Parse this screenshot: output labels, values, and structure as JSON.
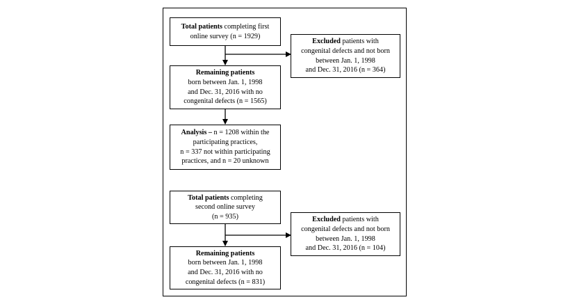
{
  "flow1": {
    "total": {
      "bold": "Total patients",
      "line1": " completing first",
      "line2": "online survey (n = 1929)"
    },
    "excluded": {
      "bold": "Excluded",
      "line1": " patients with",
      "line2": "congenital defects and not born",
      "line3": "between Jan. 1, 1998",
      "line4": "and Dec. 31, 2016 (n = 364)"
    },
    "remaining": {
      "bold": "Remaining patients",
      "line1": "born between Jan. 1, 1998",
      "line2": "and Dec. 31, 2016 with no",
      "line3": "congenital defects (n = 1565)"
    },
    "analysis": {
      "bold": "Analysis –",
      "line1": " n = 1208 within the",
      "line2": "participating practices,",
      "line3": "n = 337 not within participating",
      "line4": "practices, and n = 20 unknown"
    }
  },
  "flow2": {
    "total": {
      "bold": "Total patients",
      "line1": " completing",
      "line2": "second online survey",
      "line3": "(n = 935)"
    },
    "excluded": {
      "bold": "Excluded",
      "line1": " patients with",
      "line2": "congenital defects and not born",
      "line3": "between Jan. 1, 1998",
      "line4": "and Dec. 31, 2016 (n = 104)"
    },
    "remaining": {
      "bold": "Remaining patients",
      "line1": "born between Jan. 1, 1998",
      "line2": "and Dec. 31, 2016 with no",
      "line3": "congenital defects (n = 831)"
    }
  }
}
